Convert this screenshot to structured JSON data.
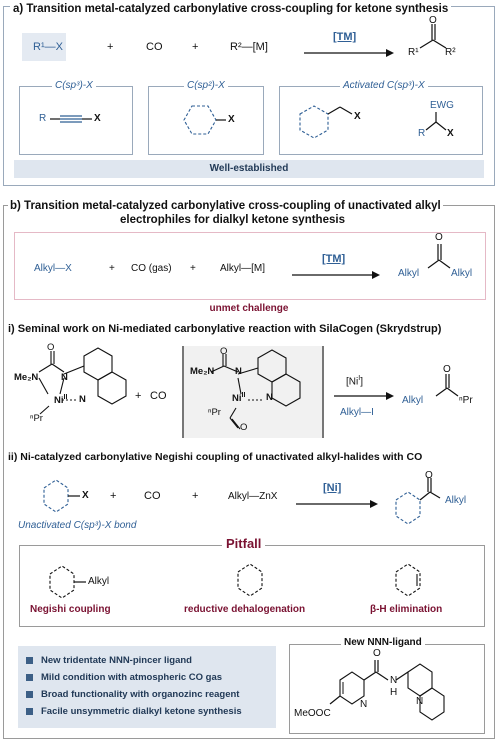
{
  "section_a": {
    "title": "a) Transition metal-catalyzed carbonylative cross-coupling  for  ketone synthesis",
    "reaction": {
      "r1x": "R¹—X",
      "plus1": "+",
      "co": "CO",
      "plus2": "+",
      "r2m": "R²—[M]",
      "catalyst": "[TM]",
      "p_r1": "R¹",
      "p_r2": "R²",
      "p_o": "O"
    },
    "substrates": [
      {
        "label": "C(sp³)-X",
        "r": "R",
        "x": "X"
      },
      {
        "label": "C(sp²)-X",
        "x": "X"
      },
      {
        "label": "Activated C(sp³)-X",
        "x1": "X",
        "ewg": "EWG",
        "r": "R",
        "x2": "X"
      }
    ],
    "footer": "Well-established"
  },
  "section_b": {
    "title_line1": "b) Transition metal-catalyzed carbonylative cross-coupling of  unactivated alkyl",
    "title_line2": "electrophiles for dialkyl ketone synthesis",
    "reaction": {
      "alkylx": "Alkyl—X",
      "plus1": "+",
      "co": "CO (gas)",
      "plus2": "+",
      "alkylm": "Alkyl—[M]",
      "catalyst": "[TM]",
      "p_left": "Alkyl",
      "p_right": "Alkyl",
      "p_o": "O"
    },
    "challenge": "unmet challenge"
  },
  "section_i": {
    "title": "i) Seminal work on  Ni-mediated carbonylative reaction with SilaCogen (Skrydstrup)",
    "labels": {
      "o": "O",
      "me2n": "Me₂N",
      "n1": "N",
      "ni": "Ni",
      "ni_ox": "II",
      "npr": "ⁿPr",
      "n2": "N",
      "plus": "+",
      "co": "CO",
      "cat": "[Ni",
      "cat_sup": "I",
      "cat_end": "]",
      "alkyl_i": "Alkyl—I",
      "p_alkyl": "Alkyl",
      "p_npr": "ⁿPr",
      "p_o": "O"
    }
  },
  "section_ii": {
    "title": "ii) Ni-catalyzed carbonylative Negishi coupling of unactivated alkyl-halides with CO",
    "reaction": {
      "x": "X",
      "plus1": "+",
      "co": "CO",
      "plus2": "+",
      "alkylzn": "Alkyl—ZnX",
      "catalyst": "[Ni]",
      "p_alkyl": "Alkyl",
      "p_o": "O"
    },
    "caption": "Unactivated C(sp³)-X bond",
    "pitfall": {
      "title": "Pitfall",
      "items": [
        {
          "label": "Negishi coupling",
          "sub": "Alkyl"
        },
        {
          "label": "reductive dehalogenation"
        },
        {
          "label": "β-H elimination"
        }
      ]
    }
  },
  "features": {
    "items": [
      "New tridentate NNN-pincer ligand",
      "Mild condition with atmospheric CO gas",
      "Broad functionality with organozinc reagent",
      "Facile unsymmetric dialkyl ketone synthesis"
    ]
  },
  "ligand": {
    "title": "New NNN-ligand",
    "o": "O",
    "n_pyr": "N",
    "nh_n": "N",
    "h": "H",
    "n_quin": "N",
    "ester": "MeOOC"
  },
  "colors": {
    "blue": "#2f5f95",
    "maroon": "#7a1232",
    "panel_bg": "#dfe6ef",
    "box_border": "#9aa9bb"
  }
}
